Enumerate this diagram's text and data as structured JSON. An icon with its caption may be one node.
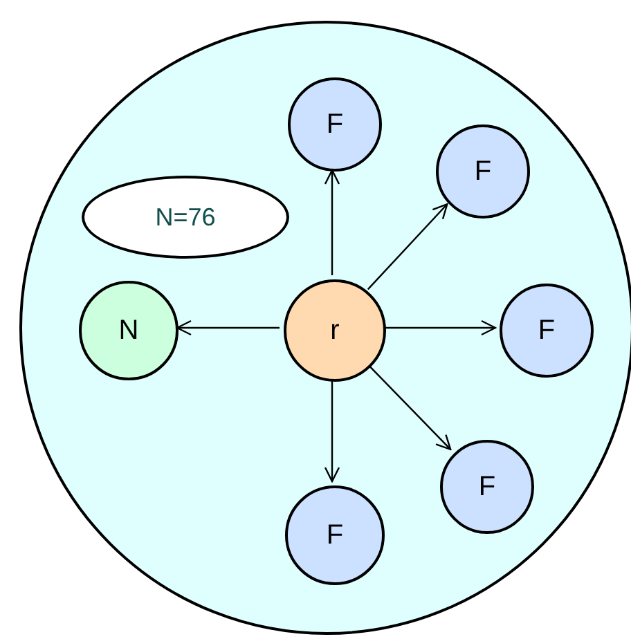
{
  "diagram": {
    "nodes": [
      {
        "text": [],
        "shape": "circle"
      },
      {
        "text": [
          "F"
        ],
        "in": 0
      },
      {
        "text": [
          "F"
        ],
        "in": 0
      },
      {
        "text": [
          "N=76"
        ],
        "in": 0
      },
      {
        "text": [
          "N"
        ],
        "in": 0
      },
      {
        "text": [
          "r"
        ],
        "in": 0
      },
      {
        "text": [
          "F"
        ],
        "in": 0
      },
      {
        "text": [
          "F"
        ],
        "in": 0
      },
      {
        "text": [
          "F"
        ],
        "in": 0
      }
    ],
    "edges": [
      {
        "from": 5,
        "to": 1,
        "arrow": "to"
      },
      {
        "from": 5,
        "to": 2,
        "arrow": "to"
      },
      {
        "from": 5,
        "to": 4,
        "arrow": "to"
      },
      {
        "from": 5,
        "to": 6,
        "arrow": "to"
      },
      {
        "from": 5,
        "to": 7,
        "arrow": "to"
      },
      {
        "from": 5,
        "to": 8,
        "arrow": "to"
      }
    ]
  }
}
